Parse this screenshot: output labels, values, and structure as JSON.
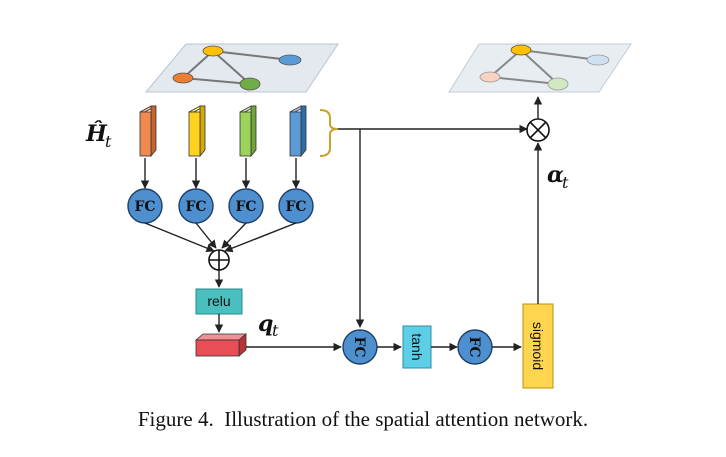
{
  "input_label": {
    "symbol": "Ĥ",
    "subscript": "t"
  },
  "query_label": {
    "symbol": "q",
    "subscript": "t"
  },
  "attention_label": {
    "symbol": "α",
    "subscript": "t"
  },
  "fc_label": "FC",
  "relu_label": "relu",
  "tanh_label": "tanh",
  "sigmoid_label": "sigmoid",
  "caption": "Figure 4.  Illustration of the spatial attention network.",
  "colors": {
    "orange": "#F08A50",
    "yellow": "#FFD21F",
    "green": "#9CD35B",
    "blue": "#5B9BD5",
    "fc_fill": "#4E8FD0",
    "relu_fill": "#4BBFBF",
    "tanh_fill": "#5CCFE6",
    "sigmoid_fill": "#FFD54F",
    "query_fill": "#E84E55",
    "brace": "#C9A227"
  }
}
